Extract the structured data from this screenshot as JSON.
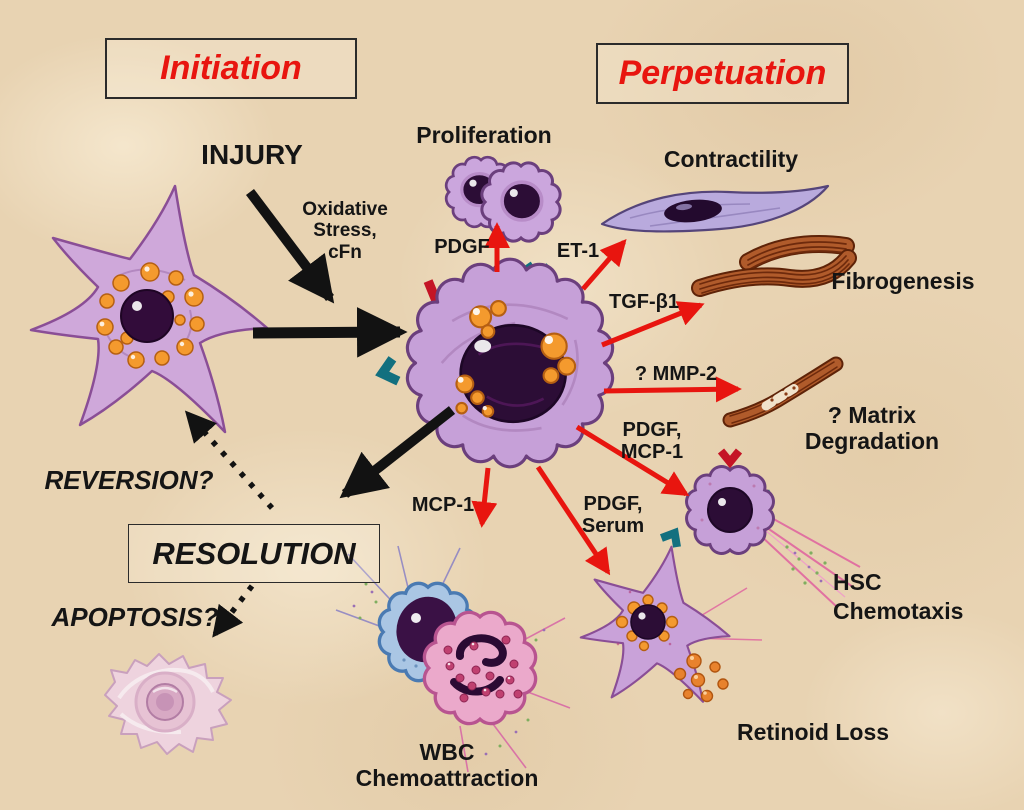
{
  "figure": {
    "stage_initiation": "Initiation",
    "stage_perpetuation": "Perpetuation",
    "injury": "INJURY",
    "oxidative": "Oxidative\nStress,\ncFn",
    "proliferation": "Proliferation",
    "pdgf": "PDGF",
    "et1": "ET-1",
    "contractility": "Contractility",
    "tgfb1": "TGF-β1",
    "fibrogenesis": "Fibrogenesis",
    "mmp2": "?  MMP-2",
    "matrix_degradation": "?  Matrix\nDegradation",
    "pdgf_mcp1": "PDGF,\nMCP-1",
    "mcp1": "MCP-1",
    "pdgf_serum": "PDGF,\nSerum",
    "hsc_chemotaxis": "HSC\nChemotaxis",
    "retinoid_loss": "Retinoid Loss",
    "wbc_chemoattraction": "WBC\nChemoattraction",
    "reversion": "REVERSION?",
    "resolution": "RESOLUTION",
    "apoptosis": "APOPTOSIS?"
  },
  "colors": {
    "background": "#e8d3b2",
    "accent_red": "#e8150f",
    "text_black": "#151515",
    "cell_purple": "#c6a0d8",
    "nucleus_purple": "#2c0d36",
    "retinoid_orange": "#f49a2e",
    "receptor_teal": "#13707f",
    "receptor_red": "#c41425",
    "fiber_brown": "#a8512a",
    "wbc_blue": "#aac6e4",
    "wbc_pink": "#eba9cb",
    "spray_pink": "#e0619f",
    "speckle_green": "#7fae5f"
  }
}
